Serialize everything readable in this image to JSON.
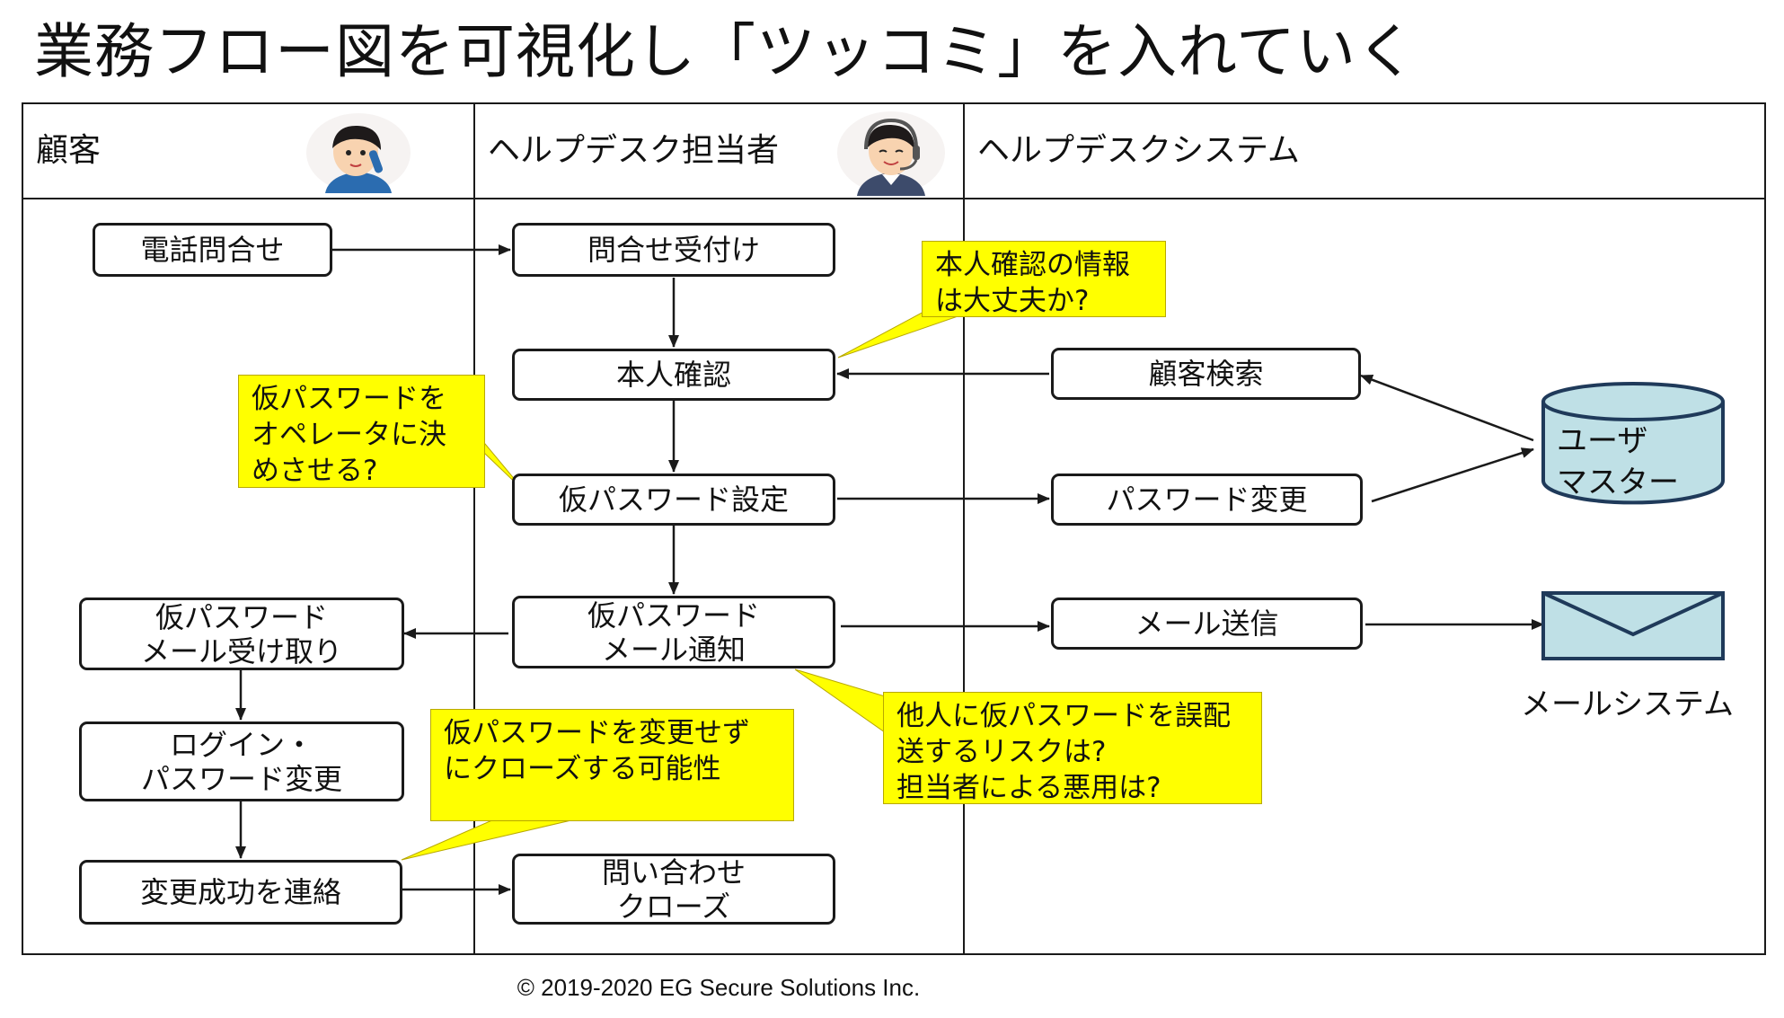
{
  "title": "業務フロー図を可視化し「ツッコミ」を入れていく",
  "lanes": [
    {
      "label": "顧客"
    },
    {
      "label": "ヘルプデスク担当者"
    },
    {
      "label": "ヘルプデスクシステム"
    }
  ],
  "boxes": {
    "phone_inquiry": "電話問合せ",
    "inquiry_reception": "問合せ受付け",
    "identity_check": "本人確認",
    "temp_password_set": "仮パスワード設定",
    "temp_password_mail_notify": "仮パスワード\nメール通知",
    "temp_password_mail_receive": "仮パスワード\nメール受け取り",
    "login_password_change": "ログイン・\nパスワード変更",
    "change_success_contact": "変更成功を連絡",
    "inquiry_close": "問い合わせ\nクローズ",
    "customer_search": "顧客検索",
    "password_change": "パスワード変更",
    "mail_send": "メール送信"
  },
  "user_master": "ユーザ\nマスター",
  "mail_system": "メールシステム",
  "notes": {
    "identity_info": "本人確認の情報\nは大丈夫か?",
    "operator_decides": "仮パスワードを\nオペレータに決\nめさせる?",
    "misdelivery_risk": "他人に仮パスワードを誤配\n送するリスクは?\n担当者による悪用は?",
    "close_without_change": "仮パスワードを変更せず\nにクローズする可能性"
  },
  "footer": "© 2019-2020 EG Secure Solutions Inc.",
  "colors": {
    "note_fill": "#ffff00",
    "db_fill": "#bfe0e6",
    "db_stroke": "#1f3a5a",
    "line": "#1a1a1a"
  },
  "icons": [
    "customer-phone-avatar-icon",
    "headset-operator-avatar-icon",
    "database-cylinder-icon",
    "envelope-icon"
  ]
}
